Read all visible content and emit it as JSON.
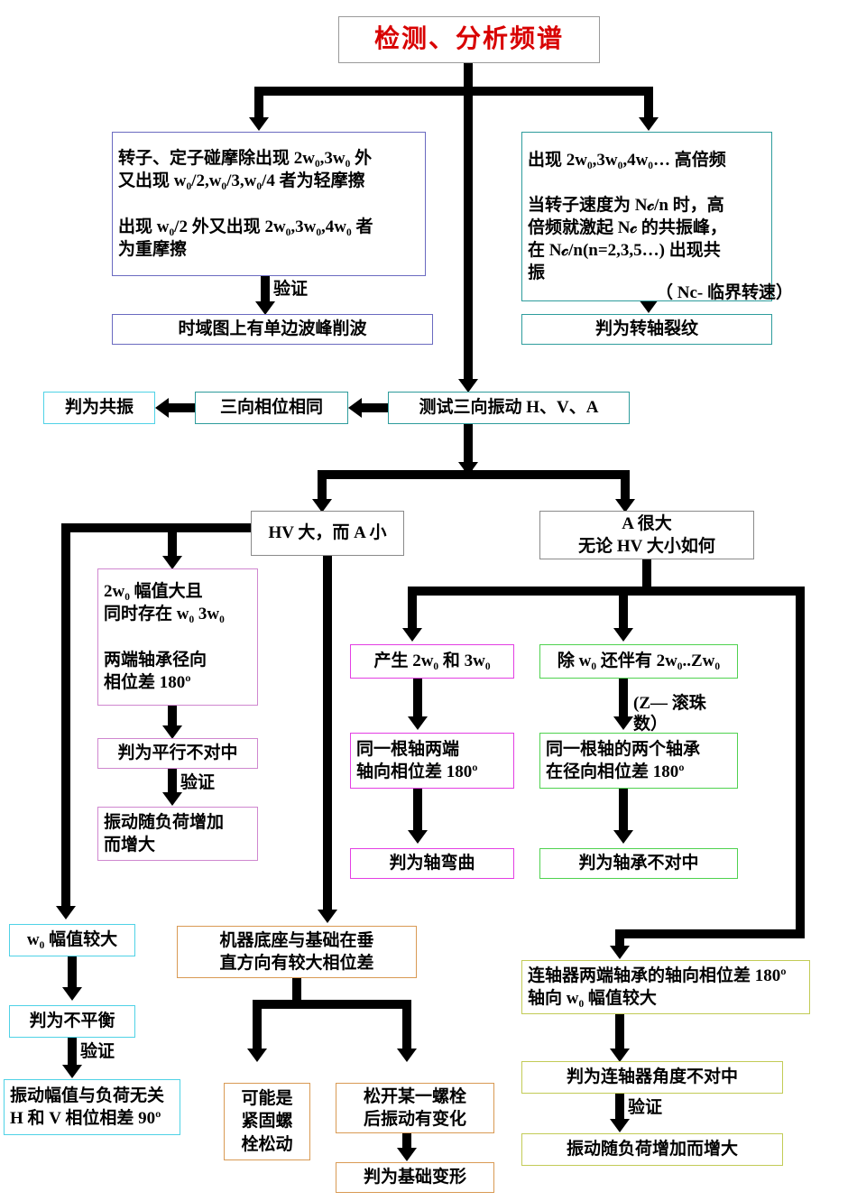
{
  "diagram": {
    "title": "检测、分析频谱",
    "nodes": {
      "title": "检测、分析频谱",
      "rub_friction": "转子、定子碰摩除出现 2w₀,3w₀ 外\n又出现 w₀/2,w₀/3,w₀/4 者为轻摩擦\n\n出现 w₀/2 外又出现 2w₀,3w₀,4w₀ 者\n为重摩擦",
      "rub_verify_result": "时域图上有单边波峰削波",
      "harmonics": "出现 2w₀,3w₀,4w₀… 高倍频\n\n当转子速度为 N𝒸/n 时，高\n倍频就激起 N𝒸 的共振峰，\n在 N𝒸/n(n=2,3,5…) 出现共\n振",
      "crack_result": "判为转轴裂纹",
      "measure_three": "测试三向振动 H、V、A",
      "same_phase": "三向相位相同",
      "resonance_result": "判为共振",
      "hv_large_a_small": "HV 大，而 A 小",
      "a_very_large": "A 很大\n无论 HV 大小如何",
      "misalign_parallel_cond": "2w₀ 幅值大且\n同时存在 w₀ 3w₀\n\n两端轴承径向\n相位差 180º",
      "misalign_parallel_result": "判为平行不对中",
      "misalign_parallel_verify": "振动随负荷增加\n而增大",
      "bent_shaft_cond": "产生 2w₀ 和 3w₀",
      "bent_shaft_phase": "同一根轴两端\n轴向相位差 180º",
      "bent_shaft_result": "判为轴弯曲",
      "bearing_cond": "除 w₀ 还伴有 2w₀..Zw₀",
      "bearing_phase": "同一根轴的两个轴承\n在径向相位差 180º",
      "bearing_result": "判为轴承不对中",
      "unbalance_cond": "w₀ 幅值较大",
      "unbalance_result": "判为不平衡",
      "unbalance_verify": "振动幅值与负荷无关\nH 和 V 相位相差 90º",
      "base_phase": "机器底座与基础在垂\n直方向有较大相位差",
      "bolt_loose": "可能是\n紧固螺\n栓松动",
      "bolt_release": "松开某一螺栓\n后振动有变化",
      "base_deform_result": "判为基础变形",
      "coupling_cond": "连轴器两端轴承的轴向相位差 180º\n轴向 w₀ 幅值较大",
      "coupling_result": "判为连轴器角度不对中",
      "coupling_verify": "振动随负荷增加而增大"
    },
    "edge_labels": {
      "verify_1": "验证",
      "verify_2": "验证",
      "verify_3": "验证",
      "verify_4": "验证",
      "nc_note": "（ Nc- 临界转速）",
      "z_note": "(Z— 滚珠\n数）"
    },
    "colors": {
      "title_text": "#d80000",
      "blue": "#6a6ac0",
      "teal": "#2e9c9c",
      "gray": "#8a8a8a",
      "pink": "#cf87cf",
      "magenta": "#e33fe3",
      "green": "#4fd24f",
      "cyan": "#4fd2e6",
      "orange": "#d99a54",
      "olive": "#c2cb56",
      "connector": "#000000"
    }
  }
}
